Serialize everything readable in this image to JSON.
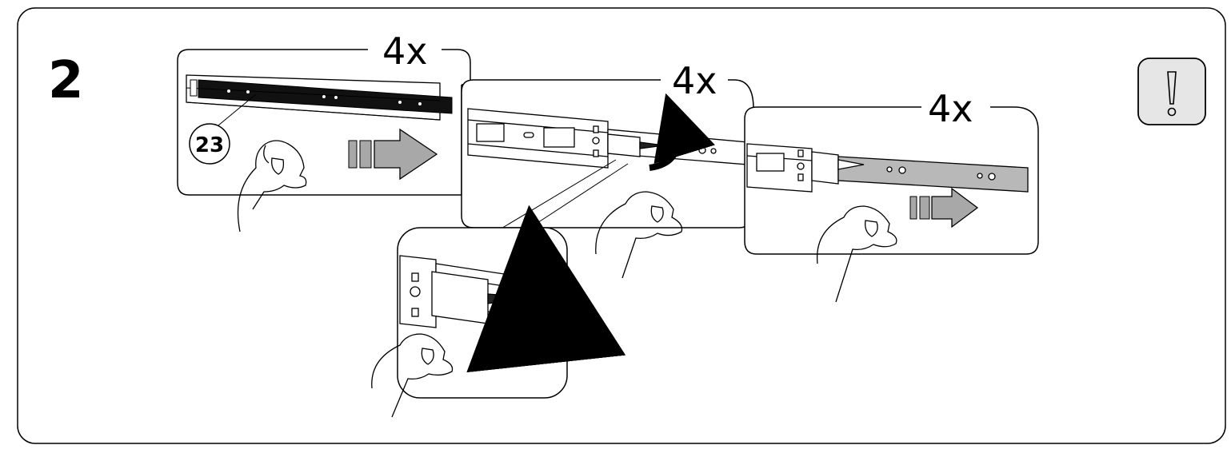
{
  "step_number": "2",
  "part_number": "23",
  "panels": [
    {
      "id": "pull-out",
      "quantity": "4x"
    },
    {
      "id": "unlock-lever",
      "quantity": "4x"
    },
    {
      "id": "separate-inner-rail",
      "quantity": "4x"
    }
  ],
  "notice_icon": "exclamation-icon",
  "colors": {
    "outline": "#000000",
    "arrow_gray": "#a8a8a8",
    "rail_gray": "#b8b8b8",
    "notice_bg": "#e6e6e6"
  }
}
